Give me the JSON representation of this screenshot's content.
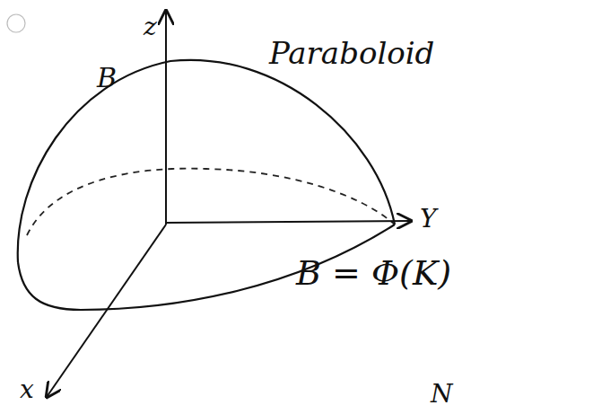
{
  "diagram": {
    "labels": [
      "z",
      "B",
      "Paraboloid",
      "Y",
      "x",
      "B = Φ(K)",
      "N"
    ]
  }
}
